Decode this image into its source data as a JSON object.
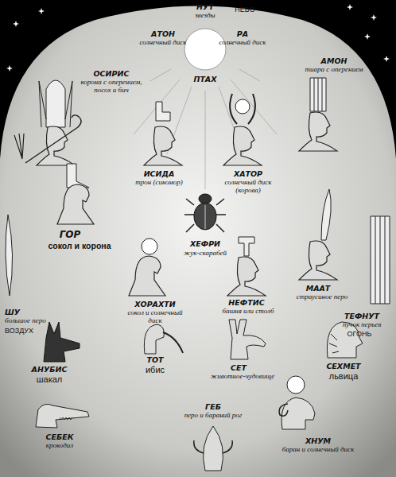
{
  "diagram": {
    "labels": [
      "НУТ",
      "звезды",
      "НЕБО",
      "АТОН",
      "солнечный диск",
      "РА",
      "солнечный диск",
      "АМОН",
      "тиара с оперением",
      "ОСИРИС",
      "корона с оперением, посох и бич",
      "ПТАХ",
      "ИСИДА",
      "трон (сикомор)",
      "ХАТОР",
      "солнечный диск (корова)",
      "ГОР",
      "сокол и корона",
      "ХЕФРИ",
      "жук-скарабей",
      "МААТ",
      "страусиное перо",
      "ШУ",
      "большое перо",
      "ВОЗДУХ",
      "ХОРАХТИ",
      "сокол и солнечный диск",
      "НЕФТИС",
      "башня или столб",
      "ТЕФНУТ",
      "пучок перьев",
      "ОГОНЬ",
      "АНУБИС",
      "шакал",
      "ТОТ",
      "ибис",
      "СЕТ",
      "животное-чудовище",
      "СЕХМЕТ",
      "львица",
      "СЕБЕК",
      "крокодил",
      "ГЕБ",
      "перо и бараний рог",
      "ХНУМ",
      "баран и солнечный диск"
    ]
  }
}
